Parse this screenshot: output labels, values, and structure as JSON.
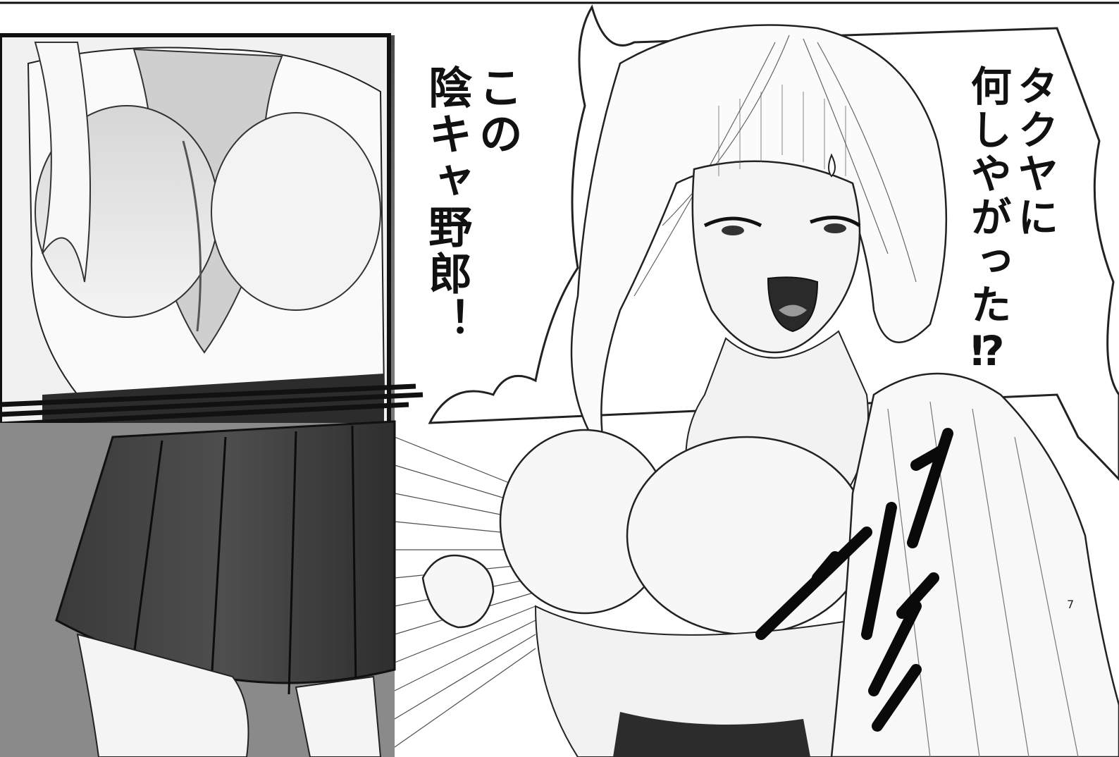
{
  "page": {
    "number": "7"
  },
  "dialogue": {
    "right": {
      "lines": [
        "タクヤに",
        "何しやがった⁉"
      ]
    },
    "left": {
      "lines": [
        "この",
        "陰キャ野郎！"
      ]
    }
  }
}
